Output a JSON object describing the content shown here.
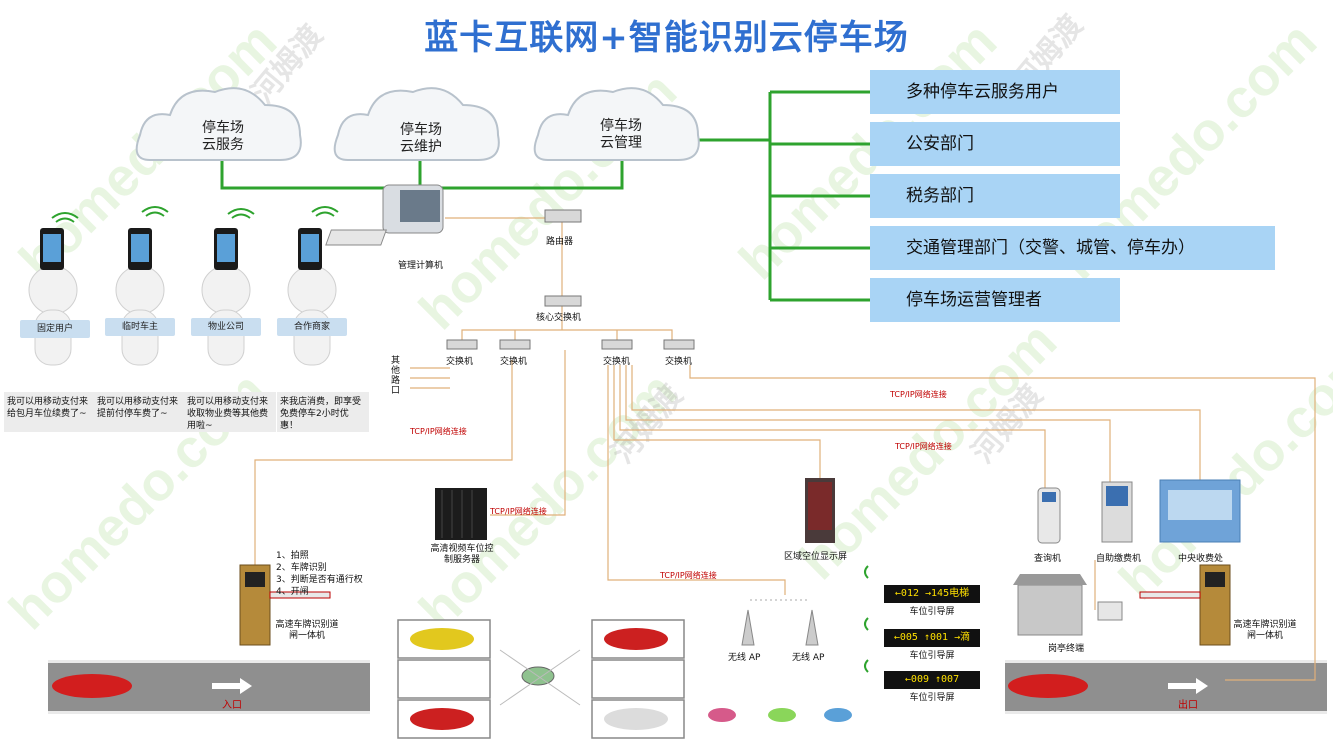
{
  "title": "蓝卡互联网+智能识别云停车场",
  "watermark": "homedo.com",
  "watermark_cn": "河姆渡",
  "clouds": [
    {
      "line1": "停车场",
      "line2": "云服务"
    },
    {
      "line1": "停车场",
      "line2": "云维护"
    },
    {
      "line1": "停车场",
      "line2": "云管理"
    }
  ],
  "departments": [
    "多种停车云服务用户",
    "公安部门",
    "税务部门",
    "交通管理部门（交警、城管、停车办）",
    "停车场运营管理者"
  ],
  "network": {
    "mgmt_pc": "管理计算机",
    "router": "路由器",
    "core_switch": "核心交换机",
    "switch": "交换机",
    "other_road": "其他路口"
  },
  "users": [
    {
      "role": "固定用户",
      "speech": "我可以用移动支付来给包月车位续费了~"
    },
    {
      "role": "临时车主",
      "speech": "我可以用移动支付来提前付停车费了~"
    },
    {
      "role": "物业公司",
      "speech": "我可以用移动支付来收取物业费等其他费用啦~"
    },
    {
      "role": "合作商家",
      "speech": "来我店消费，即享受免费停车2小时优惠！"
    }
  ],
  "links": {
    "tcpip": "TCP/IP网络连接"
  },
  "devices": {
    "video_server": "高清视频车位控制服务器",
    "area_display": "区域空位显示屏",
    "query": "查询机",
    "self_pay": "自助缴费机",
    "central_pay": "中央收费处",
    "booth": "岗亭终端",
    "gate_entry": "高速车牌识别道闸一体机",
    "gate_exit": "高速车牌识别道闸一体机",
    "ap1": "无线 AP",
    "ap2": "无线 AP"
  },
  "process_steps": [
    "1、拍照",
    "2、车牌识别",
    "3、判断是否有通行权",
    "4、开闸"
  ],
  "guide_screens": [
    {
      "text": "←012 →145电梯",
      "label": "车位引导屏"
    },
    {
      "text": "←005 ↑001 →滴",
      "label": "车位引导屏"
    },
    {
      "text": "←009  ↑007",
      "label": "车位引导屏"
    }
  ],
  "roads": {
    "entry": "入口",
    "exit": "出口"
  },
  "colors": {
    "title": "#2f6fd0",
    "dept_bg": "#a9d4f5",
    "green_line": "#2ea32e",
    "net_line": "#e0b07a",
    "link_text": "#c00000"
  }
}
